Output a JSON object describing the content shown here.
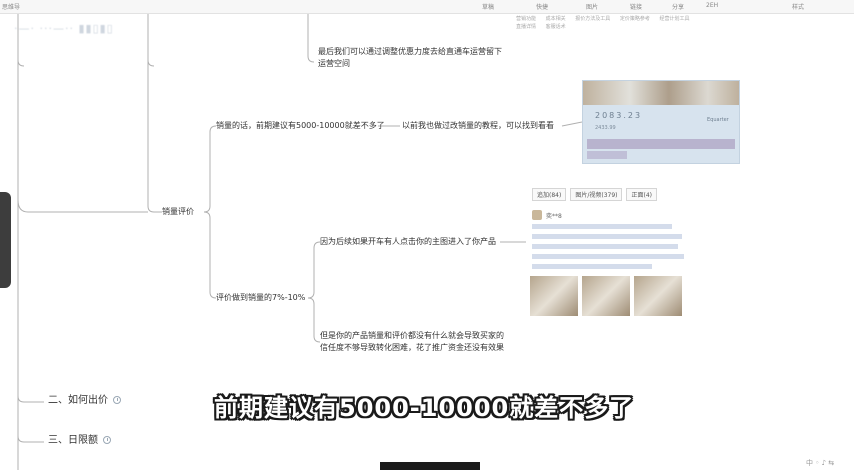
{
  "window": {
    "app_label": "思维导",
    "toolbar_items": [
      "草稿",
      "快捷",
      "图片",
      "链接",
      "分享",
      "2EH",
      "样式"
    ],
    "menu_hint_row_1": [
      "营销功能",
      "成本相关",
      "报价方法及工具",
      "定价策略参考",
      "经营计划工具"
    ],
    "menu_hint_row_2": [
      "直播详情",
      "客服话术"
    ]
  },
  "mindmap": {
    "nodes": {
      "top_note": "最后我们可以通过调整优惠力度去给直通车运营留下运营空间",
      "sales_review": "销量评价",
      "sales_advice": "销量的话，前期建议有5000-10000就差不多了",
      "link_tutorial": "以前我也做过改销量的教程，可以找到看看",
      "review_ratio": "评价做到销量的7%-10%",
      "reason_clicks": "因为后续如果开车有人点击你的主图进入了你产品",
      "reason_trust": "但是你的产品销量和评价都没有什么就会导致买家的信任度不够导致转化困难，花了推广资金还没有效果",
      "section_two": "二、如何出价",
      "section_three": "三、日限额"
    },
    "images": {
      "tutorial_thumb": {
        "label": "tutorial-screenshot",
        "number_text": "2083.23",
        "sub_text": "2433.99",
        "tag": "Equarter"
      },
      "review_thumb": {
        "label": "product-review-screenshot",
        "tabs": [
          "追加(84)",
          "图片/视频(379)",
          "正面(4)"
        ],
        "username": "奕**8"
      }
    }
  },
  "overlay": {
    "subtitle": "前期建议有5000-10000就差不多了",
    "watermark": "中 ◦ ♪ ⇆"
  },
  "colors": {
    "link_line": "#b0b0b0",
    "subtitle_fill": "#ffffff",
    "subtitle_stroke": "#1a1a1a"
  }
}
